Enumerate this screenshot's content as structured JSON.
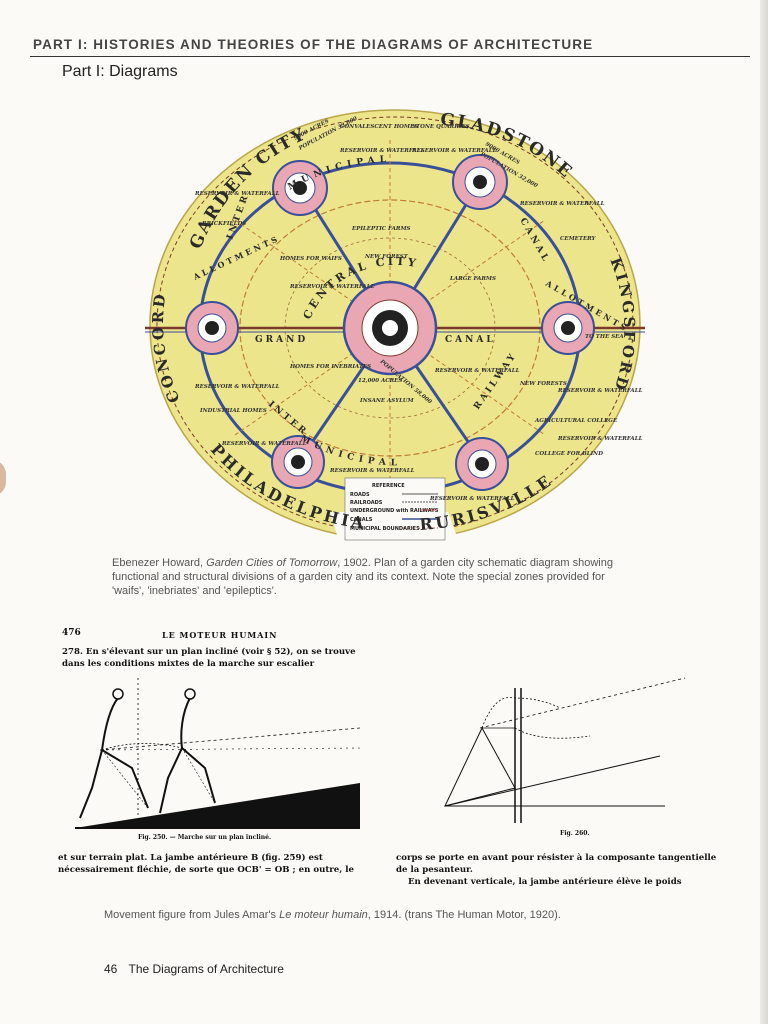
{
  "header": {
    "running_head": "PART I: HISTORIES AND THEORIES OF THE DIAGRAMS OF ARCHITECTURE",
    "section_title": "Part I: Diagrams"
  },
  "garden_city": {
    "ring_labels": {
      "garden_city": "GARDEN CITY",
      "gladstone": "GLADSTONE",
      "concord": "CONCORD",
      "kingsford": "KINGSFORD",
      "philadelphia": "PHILADELPHIA",
      "rurisville": "RURISVILLE",
      "municipal": "MUNICIPAL",
      "inter": "INTER",
      "canal": "CANAL",
      "grand": "GRAND",
      "central_city": "CENTRAL CITY",
      "railway": "RAILWAY",
      "allotments": "ALLOTMENTS"
    },
    "notes": {
      "gc_acres": "9000 ACRES",
      "gc_pop": "POPULATION 32,000",
      "gl_acres": "9000 ACRES",
      "gl_pop": "POPULATION 32,000",
      "central_pop": "POPULATION 58,000",
      "central_acres": "12,000 ACRES",
      "convalescent": "CONVALESCENT HOMES",
      "stone_quarries": "STONE QUARRIES",
      "reservoir_waterfall": "RESERVOIR & WATERFALL",
      "brickfields": "BRICKFIELDS",
      "cemetery": "CEMETERY",
      "epileptic_farms": "EPILEPTIC FARMS",
      "new_forest": "NEW FOREST",
      "homes_waifs": "HOMES FOR WAIFS",
      "large_farms": "LARGE FARMS",
      "homes_inebriates": "HOMES FOR INEBRIATES",
      "insane_asylum": "INSANE ASYLUM",
      "new_forests": "NEW FORESTS",
      "agricultural_college": "AGRICULTURAL COLLEGE",
      "industrial_homes": "INDUSTRIAL HOMES",
      "college_blind": "COLLEGE FOR BLIND",
      "to_the_sea": "TO THE SEA"
    },
    "legend": [
      "REFERENCE",
      "ROADS",
      "RAILROADS",
      "UNDERGROUND with RAILWAYS",
      "CANALS",
      "MUNICIPAL BOUNDARIES"
    ]
  },
  "caption1": {
    "author": "Ebenezer Howard, ",
    "title": "Garden Cities of Tomorrow",
    "text": ", 1902. Plan of a garden city schematic diagram showing functional and structural divisions of a garden city and its context. Note the special zones provided for 'waifs', 'inebriates' and 'epileptics'."
  },
  "scan": {
    "page_number": "476",
    "running_head": "LE MOTEUR HUMAIN",
    "para1": "278. En s'élevant sur un plan incliné (voir § 52), on se trouve dans les conditions mixtes de la marche sur escalier",
    "fig250": "Fig. 250. — Marche sur un plan incliné.",
    "fig260": "Fig. 260.",
    "para2": "et sur terrain plat. La jambe antérieure B (fig. 259) est nécessairement fléchie, de sorte que OCB' = OB ; en outre, le",
    "para3a": "corps se porte en avant pour résister à la composante tangentielle de la pesanteur.",
    "para3b": "En devenant verticale, la jambe antérieure élève le poids"
  },
  "caption2": {
    "prefix": "Movement figure from Jules Amar's ",
    "title": "Le moteur humain",
    "suffix": ", 1914. (trans The Human Motor, 1920)."
  },
  "footer": {
    "page_number": "46",
    "book_title": "The Diagrams of Architecture"
  },
  "colors": {
    "disc": "#ece58c",
    "ring": "#3a4f9a",
    "pink": "#e9a7b4",
    "brown": "#7a3a2a"
  }
}
